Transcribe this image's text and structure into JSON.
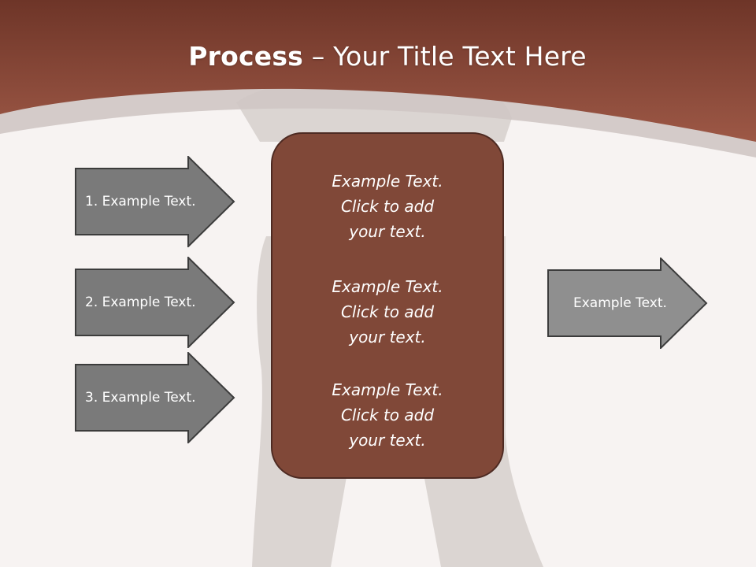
{
  "slide": {
    "title_bold": "Process",
    "title_rest": " – Your Title Text Here"
  },
  "inputs": [
    {
      "label": "1. Example Text."
    },
    {
      "label": "2. Example Text."
    },
    {
      "label": "3. Example Text."
    }
  ],
  "center_blocks": [
    {
      "lines": [
        "Example Text.",
        "Click  to add",
        "your text."
      ]
    },
    {
      "lines": [
        "Example Text.",
        "Click  to add",
        "your text."
      ]
    },
    {
      "lines": [
        "Example Text.",
        "Click  to add",
        "your text."
      ]
    }
  ],
  "output": {
    "label": "Example Text."
  },
  "colors": {
    "header": "#9a5442",
    "box": "#804838",
    "arrow": "#7a7a7a",
    "background": "#f7f3f2"
  }
}
